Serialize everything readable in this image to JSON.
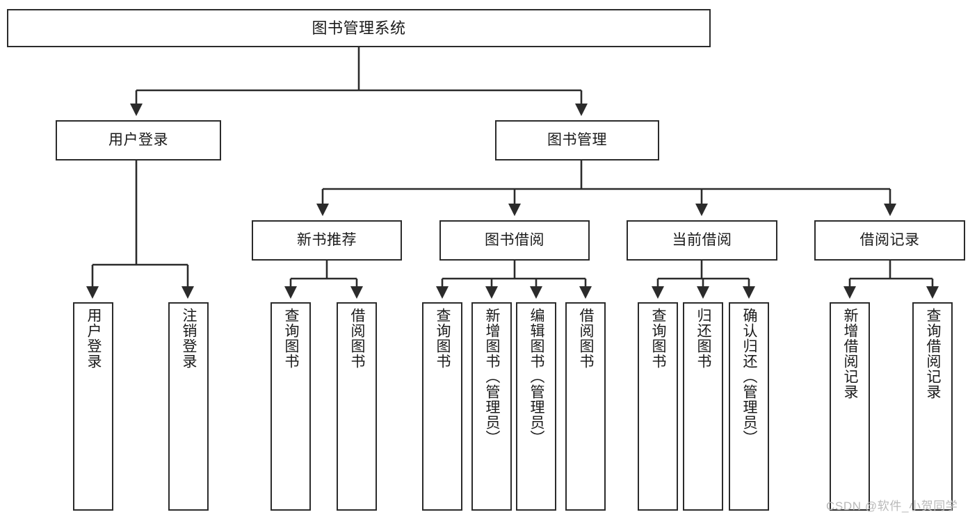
{
  "diagram": {
    "title": "图书管理系统",
    "type": "tree",
    "line_color": "#2b2b2b",
    "box_fill": "#ffffff",
    "text_color": "#1a1a1a",
    "watermark": "CSDN @软件_小贺同学",
    "nodes": {
      "root": {
        "label": "图书管理系统"
      },
      "l2": [
        {
          "label": "用户登录"
        },
        {
          "label": "图书管理"
        }
      ],
      "l3": [
        {
          "label": "新书推荐"
        },
        {
          "label": "图书借阅"
        },
        {
          "label": "当前借阅"
        },
        {
          "label": "借阅记录"
        }
      ],
      "login_leaves": [
        {
          "label": "用户登录"
        },
        {
          "label": "注销登录"
        }
      ],
      "newbook_leaves": [
        {
          "label": "查询图书"
        },
        {
          "label": "借阅图书"
        }
      ],
      "borrow_leaves": [
        {
          "label": "查询图书"
        },
        {
          "label": "新增图书（管理员）"
        },
        {
          "label": "编辑图书（管理员）"
        },
        {
          "label": "借阅图书"
        }
      ],
      "current_leaves": [
        {
          "label": "查询图书"
        },
        {
          "label": "归还图书"
        },
        {
          "label": "确认归还（管理员）"
        }
      ],
      "record_leaves": [
        {
          "label": "新增借阅记录"
        },
        {
          "label": "查询借阅记录"
        }
      ]
    }
  }
}
